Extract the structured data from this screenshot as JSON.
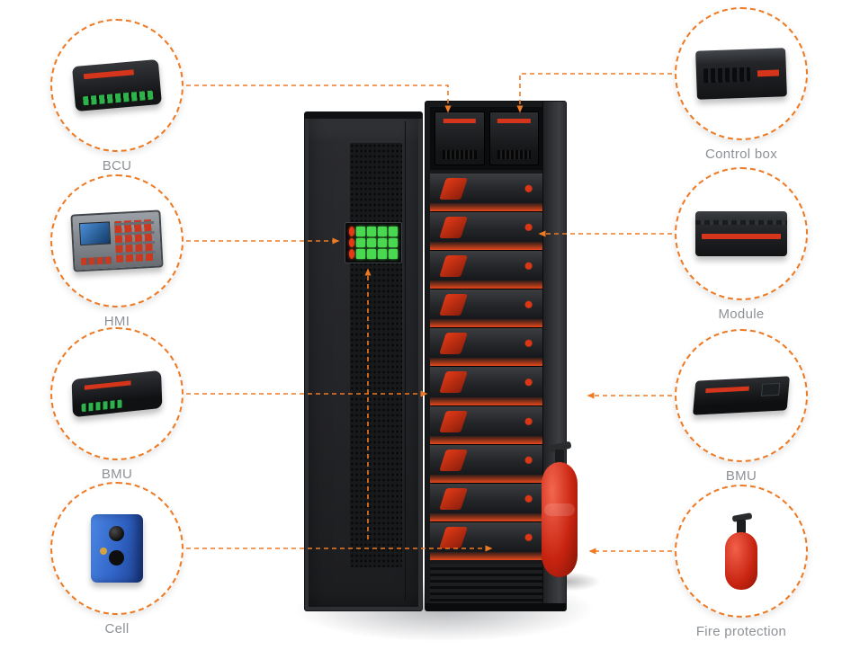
{
  "colors": {
    "accent": "#ee7a24",
    "label_text": "#8d9297",
    "device_red": "#d5351b",
    "module_glow": "#ff4f1e",
    "cell_blue": "#2f62c4",
    "extinguisher_red": "#c62310"
  },
  "components": {
    "left": [
      {
        "id": "bcu",
        "label": "BCU",
        "icon": "bcu-controller-icon"
      },
      {
        "id": "hmi",
        "label": "HMI",
        "icon": "hmi-touchscreen-icon"
      },
      {
        "id": "bmu",
        "label": "BMU",
        "icon": "bmu-unit-icon"
      },
      {
        "id": "cell",
        "label": "Cell",
        "icon": "battery-cell-icon"
      }
    ],
    "right": [
      {
        "id": "control-box",
        "label": "Control box",
        "icon": "control-box-icon"
      },
      {
        "id": "module",
        "label": "Module",
        "icon": "battery-module-icon"
      },
      {
        "id": "bmu-right",
        "label": "BMU",
        "icon": "bmu-unit-icon"
      },
      {
        "id": "fire-protection",
        "label": "Fire protection",
        "icon": "fire-extinguisher-icon"
      }
    ]
  }
}
